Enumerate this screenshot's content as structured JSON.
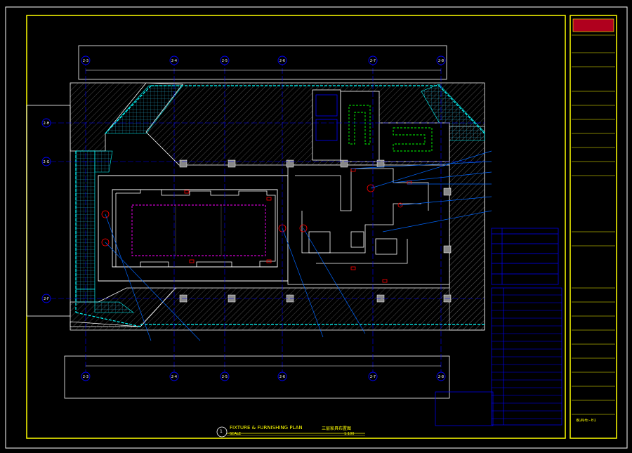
{
  "drawing": {
    "title": "FIXTURE & FURNISHING PLAN",
    "title_cn": "三层家具布置图",
    "scale_label": "SCALE",
    "scale_value": "1:100",
    "drawing_no": "1",
    "sheet_no": "家具布-01",
    "grid_top": [
      "2-3",
      "2-4",
      "2-5",
      "2-6",
      "2-7",
      "2-8"
    ],
    "grid_left": [
      "2-H",
      "2-G",
      "2-F"
    ]
  },
  "colors": {
    "background": "#000000",
    "frame": "#ffff00",
    "wall": "#ffffff",
    "grid": "#0000ff",
    "furniture": "#ff00ff",
    "glazing": "#00ffff",
    "fixture": "#ff0000",
    "stair": "#00ff00",
    "hatch": "#555555",
    "titleblock_red": "#b0001e"
  }
}
